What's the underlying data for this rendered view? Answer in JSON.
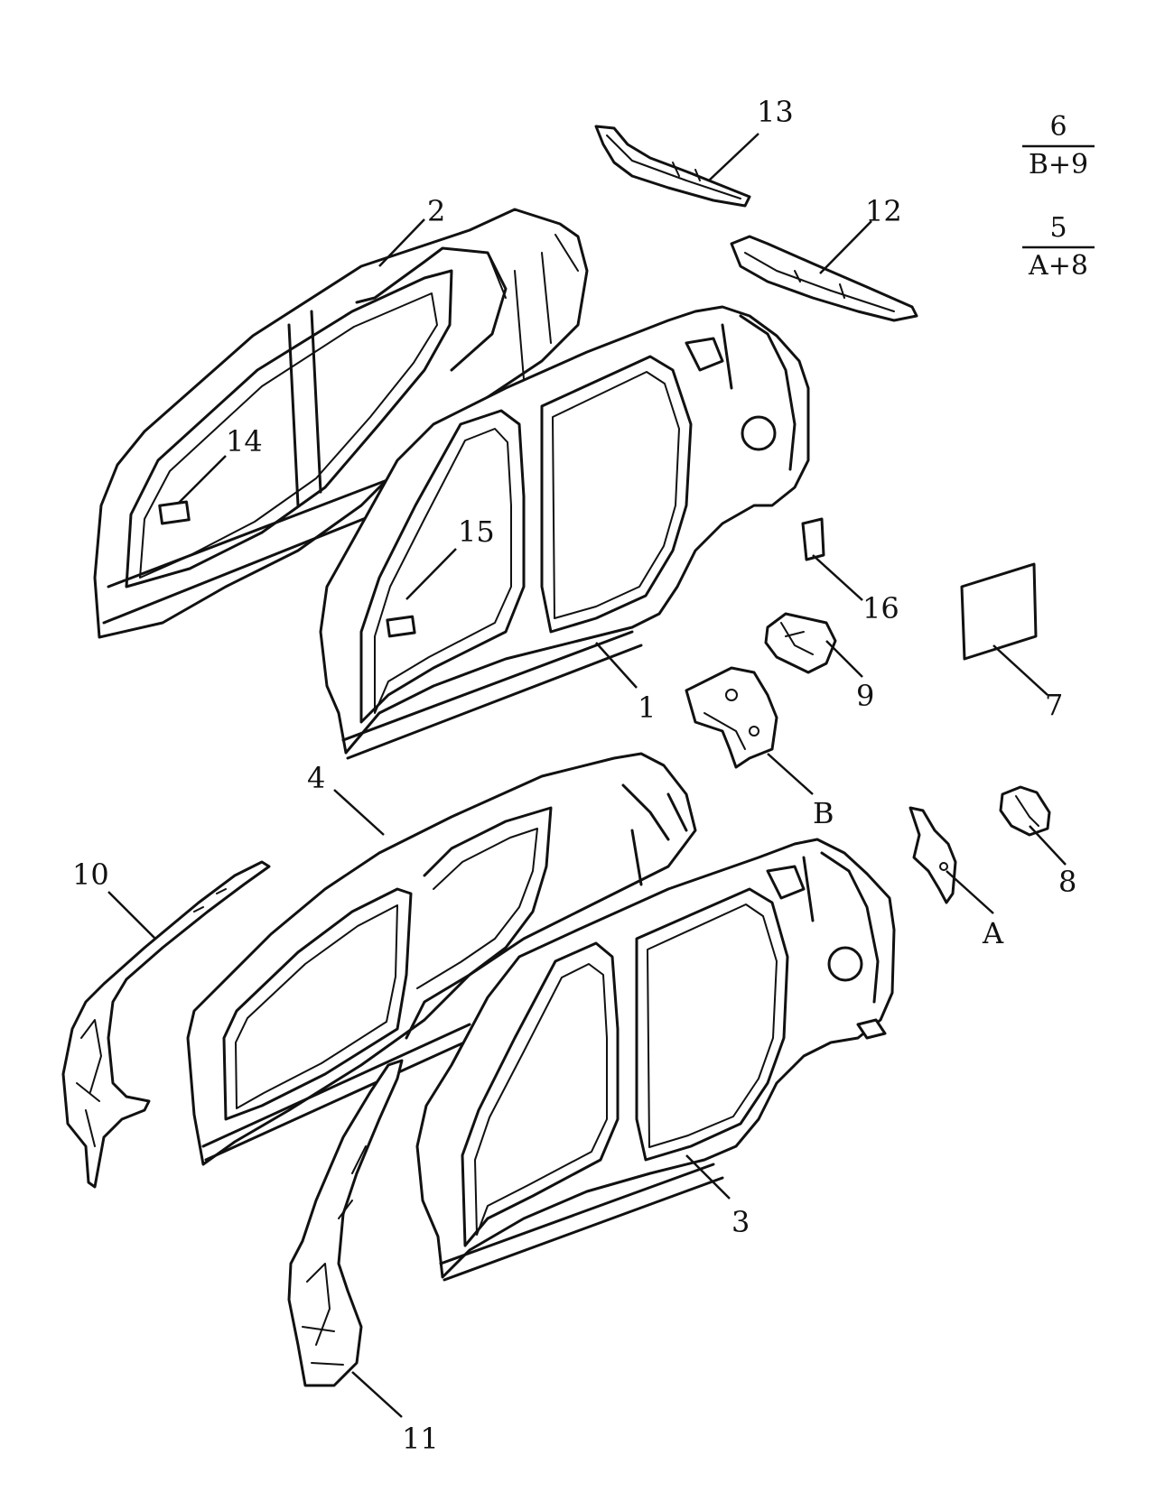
{
  "callouts": {
    "c1": "1",
    "c2": "2",
    "c3": "3",
    "c4": "4",
    "c7": "7",
    "c8": "8",
    "c9": "9",
    "c10": "10",
    "c11": "11",
    "c12": "12",
    "c13": "13",
    "c14": "14",
    "c15": "15",
    "c16": "16",
    "cA": "A",
    "cB": "B"
  },
  "legend": {
    "item6": {
      "number": "6",
      "composition": "B+9"
    },
    "item5": {
      "number": "5",
      "composition": "A+8"
    }
  },
  "colors": {
    "ink": "#111111",
    "background": "#ffffff"
  }
}
